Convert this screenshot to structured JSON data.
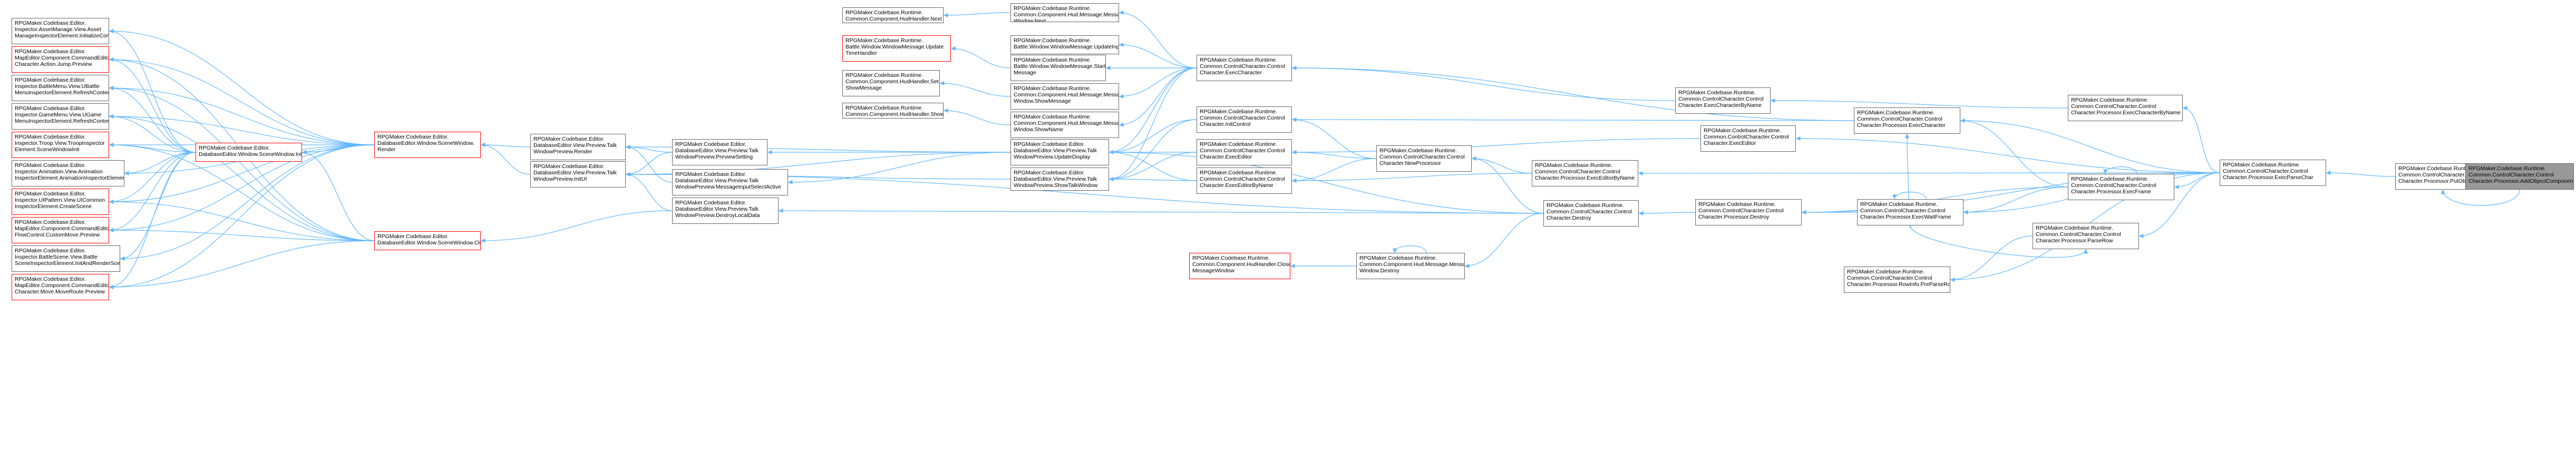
{
  "colors": {
    "edge": "#63b8ff",
    "box_border": "#666666",
    "box_border_special": "#ff0000",
    "highlight_fill": "#999999"
  },
  "nodes": [
    {
      "id": "C",
      "style": "normal",
      "lines": [
        "RPGMaker.Codebase.Editor.",
        "Inspector.AssetManage.View.Asset",
        "ManageInspectorElement.InitializeContents"
      ]
    },
    {
      "id": "D",
      "style": "red",
      "lines": [
        "RPGMaker.Codebase.Editor.",
        "MapEditor.Component.CommandEditor.",
        "Character.Action.Jump.Preview"
      ]
    },
    {
      "id": "E",
      "style": "normal",
      "lines": [
        "RPGMaker.Codebase.Editor.",
        "Inspector.BattleMenu.View.UBattle",
        "MenuInspectorElement.RefreshContents"
      ]
    },
    {
      "id": "F",
      "style": "normal",
      "lines": [
        "RPGMaker.Codebase.Editor.",
        "Inspector.GameMenu.View.UGame",
        "MenuInspectorElement.RefreshContents"
      ]
    },
    {
      "id": "G",
      "style": "red",
      "lines": [
        "RPGMaker.Codebase.Editor.",
        "Inspector.Troop.View.TroopInspector",
        "Element.SceneWindowInit"
      ]
    },
    {
      "id": "H",
      "style": "normal",
      "lines": [
        "RPGMaker.Codebase.Editor.",
        "Inspector.Animation.View.Animation",
        "InspectorElement.AnimationInspectorElement"
      ]
    },
    {
      "id": "I",
      "style": "red",
      "lines": [
        "RPGMaker.Codebase.Editor.",
        "Inspector.UIPattern.View.UICommon",
        "InspectorElement.CreateScene"
      ]
    },
    {
      "id": "J",
      "style": "red",
      "lines": [
        "RPGMaker.Codebase.Editor.",
        "MapEditor.Component.CommandEditor.",
        "FlowControl.CustomMove.Preview"
      ]
    },
    {
      "id": "K",
      "style": "normal",
      "lines": [
        "RPGMaker.Codebase.Editor.",
        "Inspector.BattleScene.View.Battle",
        "SceneInspectorElement.InitAndRenderSceneView"
      ]
    },
    {
      "id": "L",
      "style": "red",
      "lines": [
        "RPGMaker.Codebase.Editor.",
        "MapEditor.Component.CommandEditor.",
        "Character.Move.MoveRoute.Preview"
      ]
    },
    {
      "id": "M",
      "style": "red",
      "lines": [
        "RPGMaker.Codebase.Editor.",
        "DatabaseEditor.Window.SceneWindow.Init"
      ]
    },
    {
      "id": "N",
      "style": "red",
      "lines": [
        "RPGMaker.Codebase.Editor.",
        "DatabaseEditor.Window.SceneWindow.",
        "Render"
      ]
    },
    {
      "id": "O",
      "style": "red",
      "lines": [
        "RPGMaker.Codebase.Editor.",
        "DatabaseEditor.Window.SceneWindow.Clear"
      ]
    },
    {
      "id": "P",
      "style": "normal",
      "lines": [
        "RPGMaker.Codebase.Editor.",
        "DatabaseEditor.View.Preview.Talk",
        "WindowPreview.Render"
      ]
    },
    {
      "id": "Q",
      "style": "normal",
      "lines": [
        "RPGMaker.Codebase.Editor.",
        "DatabaseEditor.View.Preview.Talk",
        "WindowPreview.InitUI"
      ]
    },
    {
      "id": "R",
      "style": "normal",
      "lines": [
        "RPGMaker.Codebase.Editor.",
        "DatabaseEditor.View.Preview.Talk",
        "WindowPreview.PreviewSetting"
      ]
    },
    {
      "id": "S",
      "style": "normal",
      "lines": [
        "RPGMaker.Codebase.Editor.",
        "DatabaseEditor.View.Preview.Talk",
        "WindowPreview.MessageInputSelectActive"
      ]
    },
    {
      "id": "T",
      "style": "normal",
      "lines": [
        "RPGMaker.Codebase.Editor.",
        "DatabaseEditor.View.Preview.Talk",
        "WindowPreview.DestroyLocalData"
      ]
    },
    {
      "id": "U",
      "style": "normal",
      "lines": [
        "RPGMaker.Codebase.Runtime.",
        "Common.Component.HudHandler.Next"
      ]
    },
    {
      "id": "V",
      "style": "red",
      "lines": [
        "RPGMaker.Codebase.Runtime.",
        "Battle.Window.WindowMessage.Update",
        "TimeHandler"
      ]
    },
    {
      "id": "W",
      "style": "normal",
      "lines": [
        "RPGMaker.Codebase.Runtime.",
        "Common.Component.HudHandler.Set",
        "ShowMessage"
      ]
    },
    {
      "id": "X",
      "style": "normal",
      "lines": [
        "RPGMaker.Codebase.Runtime.",
        "Common.Component.HudHandler.ShowName"
      ]
    },
    {
      "id": "Y",
      "style": "normal",
      "lines": [
        "RPGMaker.Codebase.Runtime.",
        "Common.Component.Hud.Message.Message",
        "Window.Next"
      ]
    },
    {
      "id": "Z",
      "style": "normal",
      "lines": [
        "RPGMaker.Codebase.Runtime.",
        "Battle.Window.WindowMessage.UpdateInput"
      ]
    },
    {
      "id": "AA",
      "style": "normal",
      "lines": [
        "RPGMaker.Codebase.Runtime.",
        "Battle.Window.WindowMessage.Start",
        "Message"
      ]
    },
    {
      "id": "AB",
      "style": "normal",
      "lines": [
        "RPGMaker.Codebase.Runtime.",
        "Common.Component.Hud.Message.Message",
        "Window.ShowMessage"
      ]
    },
    {
      "id": "AC",
      "style": "normal",
      "lines": [
        "RPGMaker.Codebase.Runtime.",
        "Common.Component.Hud.Message.Message",
        "Window.ShowName"
      ]
    },
    {
      "id": "AD",
      "style": "normal",
      "lines": [
        "RPGMaker.Codebase.Editor.",
        "DatabaseEditor.View.Preview.Talk",
        "WindowPreview.UpdateDisplay"
      ]
    },
    {
      "id": "AE",
      "style": "normal",
      "lines": [
        "RPGMaker.Codebase.Editor.",
        "DatabaseEditor.View.Preview.Talk",
        "WindowPreview.ShowTalkWindow"
      ]
    },
    {
      "id": "AF",
      "style": "red",
      "lines": [
        "RPGMaker.Codebase.Runtime.",
        "Common.Component.HudHandler.Close",
        "MessageWindow"
      ]
    },
    {
      "id": "AG",
      "style": "normal",
      "lines": [
        "RPGMaker.Codebase.Runtime.",
        "Common.ControlCharacter.Control",
        "Character.ExecCharacter"
      ]
    },
    {
      "id": "AH",
      "style": "normal",
      "lines": [
        "RPGMaker.Codebase.Runtime.",
        "Common.ControlCharacter.Control",
        "Character.InitControl"
      ]
    },
    {
      "id": "AI",
      "style": "normal",
      "lines": [
        "RPGMaker.Codebase.Runtime.",
        "Common.ControlCharacter.Control",
        "Character.ExecEditor"
      ]
    },
    {
      "id": "AJ",
      "style": "normal",
      "lines": [
        "RPGMaker.Codebase.Runtime.",
        "Common.ControlCharacter.Control",
        "Character.ExecEditorByName"
      ]
    },
    {
      "id": "AK",
      "style": "normal",
      "lines": [
        "RPGMaker.Codebase.Runtime.",
        "Common.Component.Hud.Message.Message",
        "Window.Destroy"
      ]
    },
    {
      "id": "AL",
      "style": "normal",
      "lines": [
        "RPGMaker.Codebase.Runtime.",
        "Common.ControlCharacter.Control",
        "Character.NewProcessor"
      ]
    },
    {
      "id": "AM",
      "style": "normal",
      "lines": [
        "RPGMaker.Codebase.Runtime.",
        "Common.ControlCharacter.Control",
        "Character.Destroy"
      ]
    },
    {
      "id": "AN",
      "style": "normal",
      "lines": [
        "RPGMaker.Codebase.Runtime.",
        "Common.ControlCharacter.Control",
        "Character.ExecCharacterByName"
      ]
    },
    {
      "id": "AO",
      "style": "normal",
      "lines": [
        "RPGMaker.Codebase.Runtime.",
        "Common.ControlCharacter.Control",
        "Character.ExecEditor"
      ]
    },
    {
      "id": "AP",
      "style": "normal",
      "lines": [
        "RPGMaker.Codebase.Runtime.",
        "Common.ControlCharacter.Control",
        "Character.Processor.ExecEditorByName"
      ]
    },
    {
      "id": "AQ",
      "style": "normal",
      "lines": [
        "RPGMaker.Codebase.Runtime.",
        "Common.ControlCharacter.Control",
        "Character.Processor.ExecCharacterByName"
      ]
    },
    {
      "id": "AR",
      "style": "normal",
      "lines": [
        "RPGMaker.Codebase.Runtime.",
        "Common.ControlCharacter.Control",
        "Character.Processor.ExecCharacter"
      ]
    },
    {
      "id": "AS",
      "style": "normal",
      "lines": [
        "RPGMaker.Codebase.Runtime.",
        "Common.ControlCharacter.Control",
        "Character.Processor.Destroy"
      ]
    },
    {
      "id": "AT",
      "style": "normal",
      "lines": [
        "RPGMaker.Codebase.Runtime.",
        "Common.ControlCharacter.Control",
        "Character.Processor.ExecFrame"
      ]
    },
    {
      "id": "AU",
      "style": "normal",
      "lines": [
        "RPGMaker.Codebase.Runtime.",
        "Common.ControlCharacter.Control",
        "Character.Processor.ExecWaitFrame"
      ]
    },
    {
      "id": "AV",
      "style": "normal",
      "lines": [
        "RPGMaker.Codebase.Runtime.",
        "Common.ControlCharacter.Control",
        "Character.Processor.ParseRow"
      ]
    },
    {
      "id": "AW",
      "style": "normal",
      "lines": [
        "RPGMaker.Codebase.Runtime.",
        "Common.ControlCharacter.Control",
        "Character.Processor.RowInfo.PreParseRow"
      ]
    },
    {
      "id": "AX",
      "style": "normal",
      "lines": [
        "RPGMaker.Codebase.Runtime.",
        "Common.ControlCharacter.Control",
        "Character.Processor.ExecParseChar"
      ]
    },
    {
      "id": "AY",
      "style": "normal",
      "lines": [
        "RPGMaker.Codebase.Runtime.",
        "Common.ControlCharacter.Control",
        "Character.Processor.PutObject"
      ]
    },
    {
      "id": "AZ",
      "style": "highlight",
      "lines": [
        "RPGMaker.Codebase.Runtime.",
        "Common.ControlCharacter.Control",
        "Character.Processor.AddObjectComponent"
      ]
    }
  ],
  "edges": [
    [
      "AY",
      "AZ"
    ],
    [
      "AX",
      "AY"
    ],
    [
      "AT",
      "AX"
    ],
    [
      "AU",
      "AX"
    ],
    [
      "AV",
      "AX"
    ],
    [
      "AW",
      "AX"
    ],
    [
      "AQ",
      "AX"
    ],
    [
      "AR",
      "AX"
    ],
    [
      "AO",
      "AX"
    ],
    [
      "AP",
      "AX"
    ],
    [
      "AS",
      "AX"
    ],
    [
      "AT",
      "AT"
    ],
    [
      "AU",
      "AU"
    ],
    [
      "AU",
      "AT"
    ],
    [
      "AR",
      "AT"
    ],
    [
      "AR",
      "AU"
    ],
    [
      "AS",
      "AT"
    ],
    [
      "AS",
      "AU"
    ],
    [
      "AV",
      "AU"
    ],
    [
      "AW",
      "AV"
    ],
    [
      "AN",
      "AQ"
    ],
    [
      "AG",
      "AN"
    ],
    [
      "AG",
      "AR"
    ],
    [
      "AH",
      "AR"
    ],
    [
      "AI",
      "AO"
    ],
    [
      "AL",
      "AP"
    ],
    [
      "AJ",
      "AP"
    ],
    [
      "AM",
      "AS"
    ],
    [
      "AK",
      "AM"
    ],
    [
      "AF",
      "AK"
    ],
    [
      "AK",
      "AK"
    ],
    [
      "AD",
      "AM"
    ],
    [
      "Q",
      "AM"
    ],
    [
      "T",
      "AM"
    ],
    [
      "AH",
      "AL"
    ],
    [
      "AI",
      "AL"
    ],
    [
      "AJ",
      "AL"
    ],
    [
      "AL",
      "AM"
    ],
    [
      "Y",
      "AG"
    ],
    [
      "Z",
      "AG"
    ],
    [
      "AA",
      "AG"
    ],
    [
      "AB",
      "AG"
    ],
    [
      "AC",
      "AG"
    ],
    [
      "AD",
      "AG"
    ],
    [
      "AE",
      "AG"
    ],
    [
      "AD",
      "AH"
    ],
    [
      "AE",
      "AH"
    ],
    [
      "AD",
      "AI"
    ],
    [
      "AE",
      "AI"
    ],
    [
      "AD",
      "AJ"
    ],
    [
      "AE",
      "AJ"
    ],
    [
      "U",
      "Y"
    ],
    [
      "V",
      "AA"
    ],
    [
      "W",
      "AB"
    ],
    [
      "X",
      "AC"
    ],
    [
      "R",
      "AD"
    ],
    [
      "S",
      "AD"
    ],
    [
      "P",
      "AD"
    ],
    [
      "Q",
      "AD"
    ],
    [
      "Q",
      "AE"
    ],
    [
      "P",
      "R"
    ],
    [
      "Q",
      "R"
    ],
    [
      "P",
      "S"
    ],
    [
      "Q",
      "T"
    ],
    [
      "N",
      "P"
    ],
    [
      "N",
      "Q"
    ],
    [
      "O",
      "T"
    ],
    [
      "M",
      "N"
    ],
    [
      "M",
      "O"
    ],
    [
      "C",
      "N"
    ],
    [
      "D",
      "N"
    ],
    [
      "E",
      "N"
    ],
    [
      "F",
      "N"
    ],
    [
      "G",
      "N"
    ],
    [
      "H",
      "N"
    ],
    [
      "I",
      "N"
    ],
    [
      "J",
      "N"
    ],
    [
      "K",
      "N"
    ],
    [
      "L",
      "N"
    ],
    [
      "C",
      "M"
    ],
    [
      "D",
      "M"
    ],
    [
      "E",
      "M"
    ],
    [
      "F",
      "M"
    ],
    [
      "G",
      "M"
    ],
    [
      "H",
      "M"
    ],
    [
      "I",
      "M"
    ],
    [
      "J",
      "M"
    ],
    [
      "K",
      "M"
    ],
    [
      "L",
      "M"
    ],
    [
      "D",
      "O"
    ],
    [
      "E",
      "O"
    ],
    [
      "F",
      "O"
    ],
    [
      "G",
      "O"
    ],
    [
      "I",
      "O"
    ],
    [
      "J",
      "O"
    ],
    [
      "L",
      "O"
    ]
  ]
}
